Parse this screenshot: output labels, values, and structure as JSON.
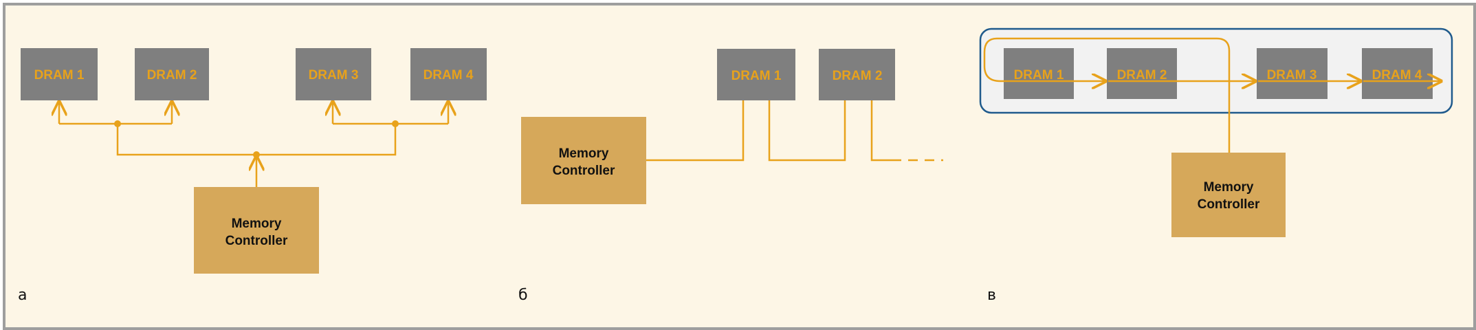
{
  "colors": {
    "background": "#fdf6e6",
    "frame": "#9e9e9e",
    "dram_fill": "#7f7f7f",
    "dram_text": "#e8a21b",
    "controller_fill": "#d6a85a",
    "wire": "#e8a21b",
    "bus_border": "#1f5a8c",
    "bus_fill": "#f2f2f2"
  },
  "panel_a": {
    "label": "а",
    "drams": [
      "DRAM 1",
      "DRAM 2",
      "DRAM 3",
      "DRAM 4"
    ],
    "controller": [
      "Memory",
      "Controller"
    ]
  },
  "panel_b": {
    "label": "б",
    "drams": [
      "DRAM 1",
      "DRAM 2"
    ],
    "controller": [
      "Memory",
      "Controller"
    ]
  },
  "panel_c": {
    "label": "в",
    "drams": [
      "DRAM 1",
      "DRAM 2",
      "DRAM 3",
      "DRAM 4"
    ],
    "controller": [
      "Memory",
      "Controller"
    ]
  }
}
